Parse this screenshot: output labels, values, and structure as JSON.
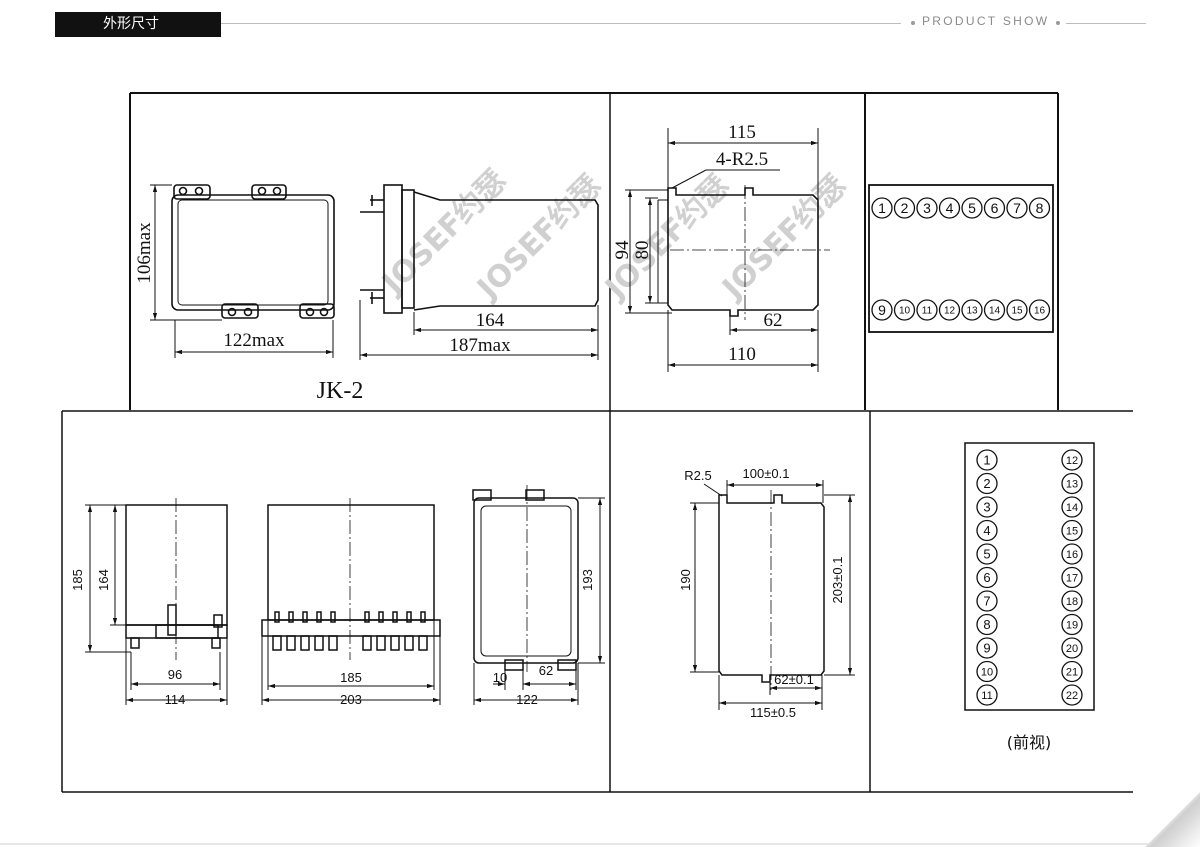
{
  "header": {
    "tab_label": "外形尺寸",
    "brand_text": "PRODUCT SHOW"
  },
  "watermark": "JOSEF约瑟",
  "panel_top_left": {
    "model_label": "JK-2",
    "dim_height": "106max",
    "dim_width": "122max",
    "dim_depth_body": "164",
    "dim_depth_total": "187max"
  },
  "panel_top_middle": {
    "dim_top": "115",
    "dim_radius": "4-R2.5",
    "dim_outer_h": "94",
    "dim_inner_h": "80",
    "dim_bottom_inner": "62",
    "dim_bottom": "110"
  },
  "panel_top_right": {
    "terminals_row1": [
      "1",
      "2",
      "3",
      "4",
      "5",
      "6",
      "7",
      "8"
    ],
    "terminals_row2": [
      "9",
      "10",
      "11",
      "12",
      "13",
      "14",
      "15",
      "16"
    ]
  },
  "panel_bottom_left": {
    "side_h_total": "185",
    "side_h_body": "164",
    "side_w_inner": "96",
    "side_w_outer": "114",
    "front_w_body": "185",
    "front_w_total": "203",
    "back_h": "193",
    "back_tab": "10",
    "back_w_inner": "62",
    "back_w_outer": "122"
  },
  "panel_bottom_middle": {
    "dim_radius": "R2.5",
    "dim_top": "100±0.1",
    "dim_height": "190",
    "dim_height_right": "203±0.1",
    "dim_bottom_inner": "62±0.1",
    "dim_bottom": "115±0.5"
  },
  "panel_bottom_right": {
    "terminals_left": [
      "1",
      "2",
      "3",
      "4",
      "5",
      "6",
      "7",
      "8",
      "9",
      "10",
      "11"
    ],
    "terminals_right": [
      "12",
      "13",
      "14",
      "15",
      "16",
      "17",
      "18",
      "19",
      "20",
      "21",
      "22"
    ],
    "view_label": "(前视)"
  }
}
